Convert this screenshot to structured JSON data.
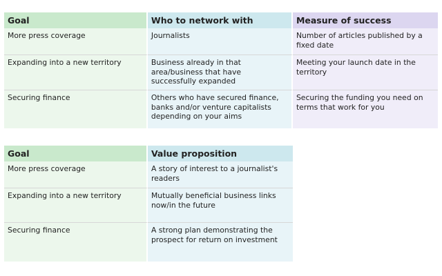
{
  "table1": {
    "headers": [
      "Goal",
      "Who to network with",
      "Measure of success"
    ],
    "rows": [
      [
        "More press coverage",
        "Journalists",
        "Number of articles published by a fixed date"
      ],
      [
        "Expanding into a new territory",
        "Business already in that area/business that have successfully expanded",
        "Meeting your launch date in the territory"
      ],
      [
        "Securing finance",
        "Others who have secured finance, banks and/or venture capitalists depending on your aims",
        "Securing the funding you need on terms that work for you"
      ]
    ]
  },
  "table2": {
    "headers": [
      "Goal",
      "Value proposition"
    ],
    "rows": [
      [
        "More press coverage",
        "A story of interest to a journalist's readers"
      ],
      [
        "Expanding into a new territory",
        "Mutually beneficial business links now/in the future"
      ],
      [
        "Securing finance",
        "A strong plan demonstrating the prospect for return on investment"
      ]
    ]
  },
  "colors": {
    "goal_header": "#c9e9cc",
    "goal_cell": "#ecf7ec",
    "network_header": "#cde8ee",
    "network_cell": "#e8f4f8",
    "success_header": "#dcd6f0",
    "success_cell": "#f0edf9"
  }
}
